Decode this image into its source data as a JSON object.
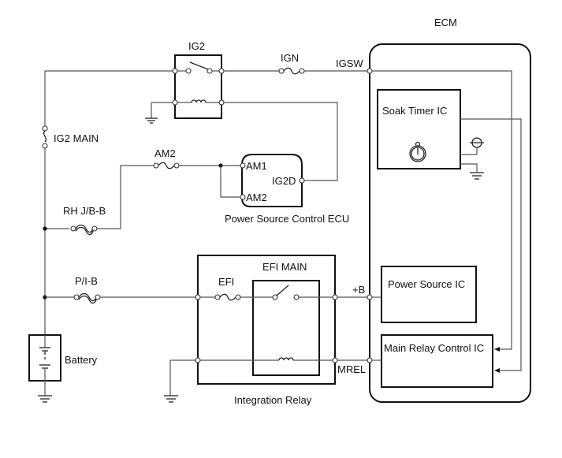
{
  "diagram": {
    "type": "wiring-schematic",
    "components": {
      "ecm": {
        "label": "ECM"
      },
      "ig2_relay": {
        "label": "IG2"
      },
      "ign_fuse": {
        "label": "IGN"
      },
      "igsw_pin": {
        "label": "IGSW"
      },
      "ig2_main_fuse": {
        "label": "IG2 MAIN"
      },
      "am2_fuse": {
        "label": "AM2"
      },
      "rh_jb_b_fuse": {
        "label": "RH J/B-B"
      },
      "power_source_ecu": {
        "label": "Power Source Control ECU",
        "pins": {
          "am1": "AM1",
          "am2": "AM2",
          "ig2d": "IG2D"
        }
      },
      "soak_timer_ic": {
        "label": "Soak Timer IC"
      },
      "power_source_ic": {
        "label": "Power Source IC"
      },
      "main_relay_control_ic": {
        "label": "Main Relay Control IC"
      },
      "p_i_b_fuse": {
        "label": "P/I-B"
      },
      "efi_main": {
        "label": "EFI MAIN"
      },
      "efi_fuse": {
        "label": "EFI"
      },
      "plus_b_pin": {
        "label": "+B"
      },
      "mrel_pin": {
        "label": "MREL"
      },
      "battery": {
        "label": "Battery"
      },
      "integration_relay": {
        "label": "Integration Relay"
      }
    }
  }
}
